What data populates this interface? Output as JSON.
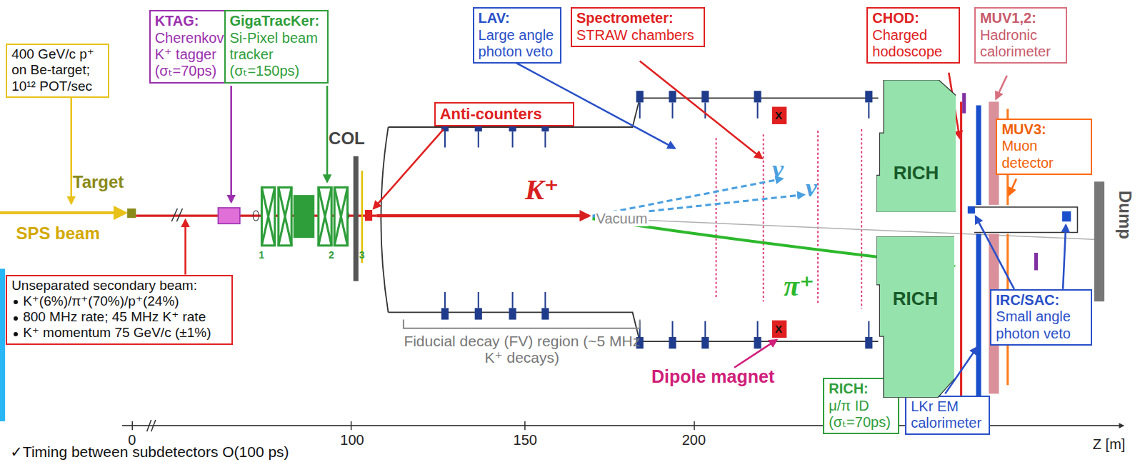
{
  "diagram": {
    "nodes": [
      {
        "text": [
          "400 GeV/c p⁺ on Be-target; 10¹² POT/sec"
        ]
      },
      {
        "text": [
          "KTAG:",
          "Cherenkov K⁺ tagger (σₜ=70ps)"
        ]
      },
      {
        "text": [
          "GigaTracKer:",
          "Si-Pixel beam tracker (σₜ=150ps)"
        ]
      },
      {
        "text": [
          "LAV:",
          "Large angle photon veto"
        ]
      },
      {
        "text": [
          "Spectrometer:",
          "STRAW chambers"
        ]
      },
      {
        "text": [
          "CHOD:",
          "Charged hodoscope"
        ]
      },
      {
        "text": [
          "MUV1,2:",
          "Hadronic calorimeter"
        ]
      },
      {
        "text": [
          "Anti-counters"
        ]
      },
      {
        "text": [
          "MUV3:",
          "Muon detector"
        ]
      },
      {
        "text": [
          "Unseparated secondary beam:",
          "K⁺(6%)/π⁺(70%)/p⁺(24%)",
          "800 MHz rate; 45 MHz K⁺ rate",
          "K⁺ momentum 75 GeV/c (±1%)"
        ]
      },
      {
        "text": [
          "RICH:",
          "μ/π ID (σₜ=70ps)"
        ]
      },
      {
        "text": [
          "IRC/SAC:",
          "Small angle photon veto"
        ]
      },
      {
        "text": [
          "LKr EM calorimeter"
        ]
      },
      {
        "text": [
          "RICH"
        ]
      },
      {
        "text": [
          "RICH"
        ]
      }
    ],
    "labels": [
      "SPS beam",
      "Target",
      "COL",
      "1",
      "2",
      "3",
      "K⁺",
      "Vacuum",
      "ν",
      "ν",
      "π⁺",
      "X",
      "X",
      "Fiducial decay (FV) region (~5 MHz K⁺ decays)",
      "Dipole magnet",
      "Dump",
      "0",
      "100",
      "150",
      "200",
      "Z [m]",
      "✓Timing between subdetectors O(100 ps)"
    ]
  }
}
